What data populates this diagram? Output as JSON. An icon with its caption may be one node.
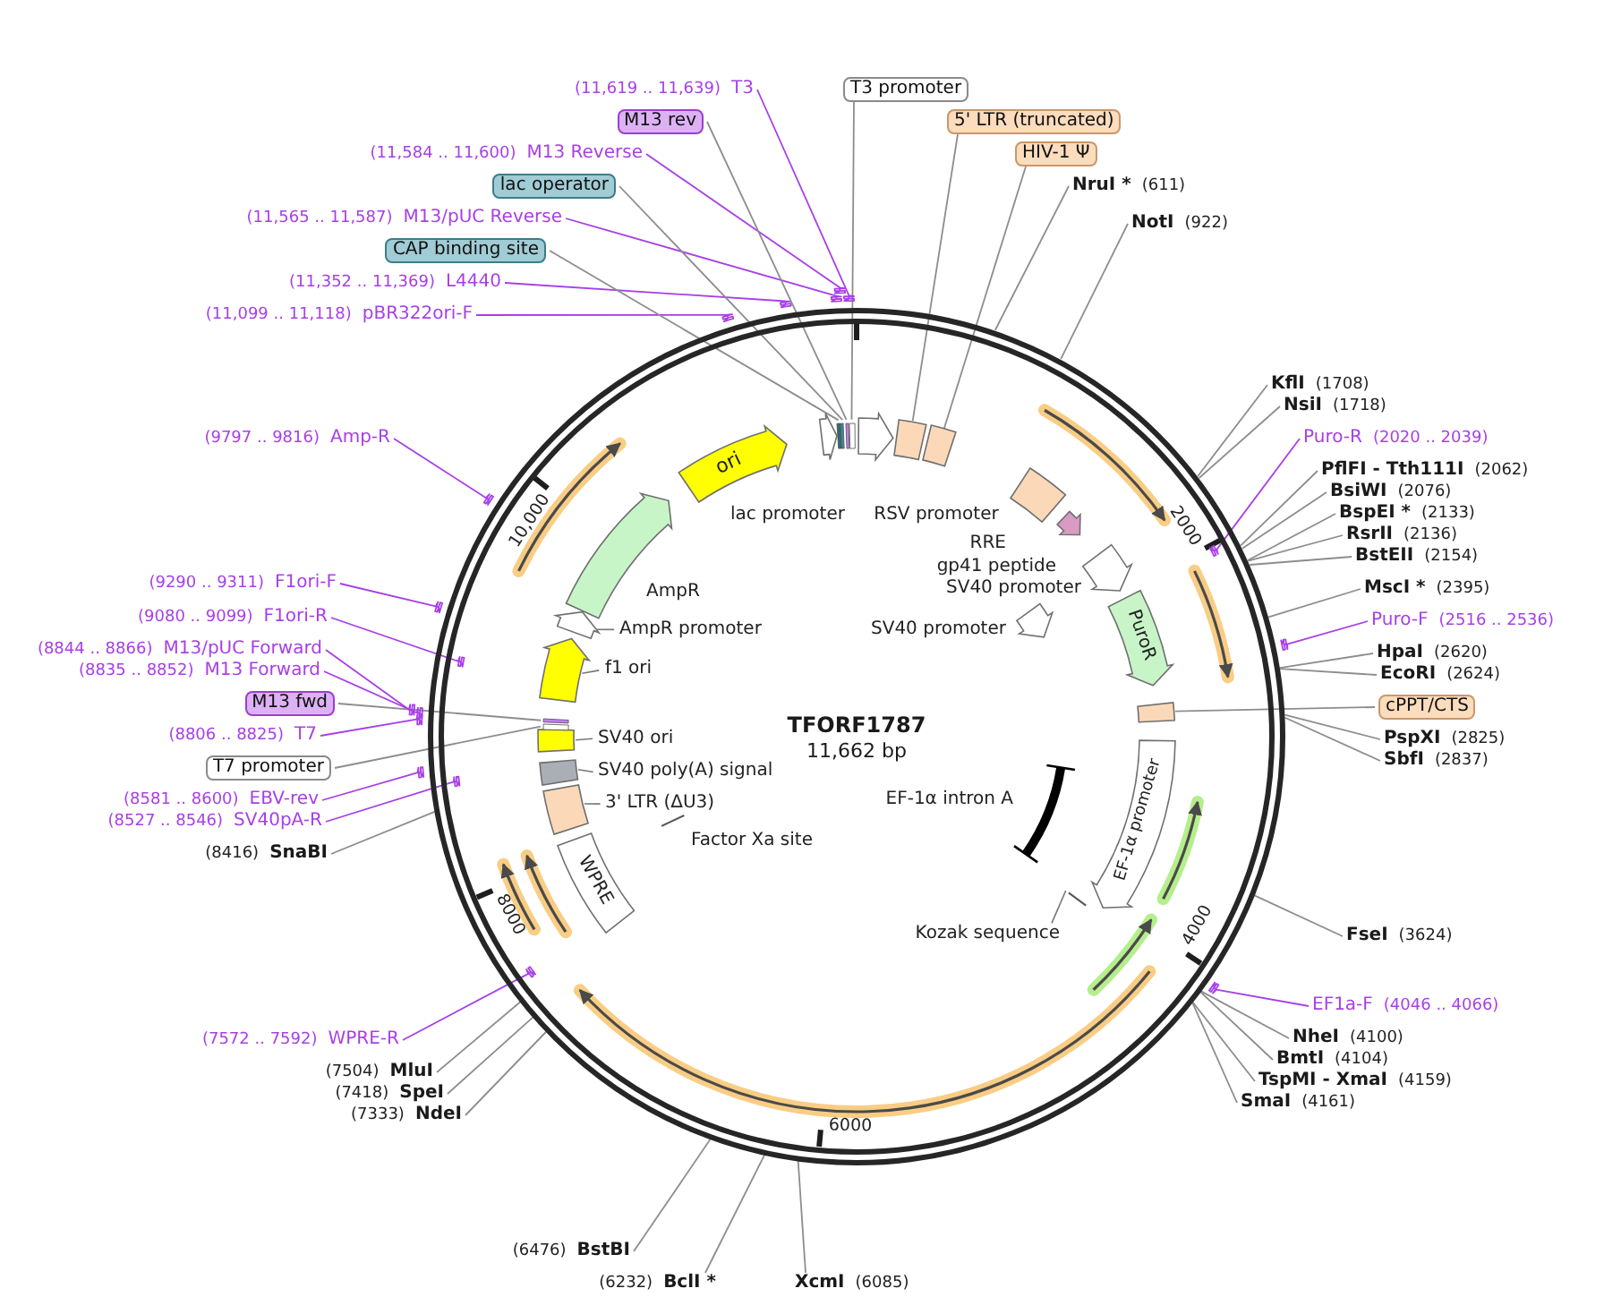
{
  "diagram": {
    "nodes": [
      {
        "text": [
          "TFORF1787",
          "11,662 bp"
        ]
      },
      {
        "text": [
          "RSV promoter"
        ],
        "in": 0
      },
      {
        "text": [],
        "shape": "box",
        "in": 0
      },
      {
        "text": [],
        "shape": "box",
        "in": 0
      },
      {
        "text": [
          "RRE"
        ],
        "in": 0
      },
      {
        "text": [
          "gp41 peptide"
        ],
        "in": 0
      },
      {
        "text": [
          "SV40 promoter"
        ],
        "in": 0
      },
      {
        "text": [
          "SV40 promoter"
        ],
        "in": 0
      },
      {
        "text": [
          "PuroR"
        ],
        "in": 0
      },
      {
        "text": [],
        "shape": "box",
        "in": 0
      },
      {
        "text": [
          "EF-1α promoter"
        ],
        "in": 0
      },
      {
        "text": [
          "EF-1α intron A"
        ],
        "in": 0
      },
      {
        "text": [
          "Kozak sequence"
        ],
        "in": 0
      },
      {
        "text": [
          "Factor Xa site"
        ],
        "in": 0
      },
      {
        "text": [
          "WPRE"
        ],
        "in": 0
      },
      {
        "text": [
          "3' LTR (ΔU3)"
        ],
        "in": 0
      },
      {
        "text": [
          "SV40 poly(A) signal"
        ],
        "in": 0
      },
      {
        "text": [
          "SV40 ori"
        ],
        "in": 0
      },
      {
        "text": [],
        "shape": "bar",
        "in": 0
      },
      {
        "text": [],
        "shape": "bar",
        "in": 0
      },
      {
        "text": [
          "f1 ori"
        ],
        "in": 0
      },
      {
        "text": [
          "AmpR promoter"
        ],
        "in": 0
      },
      {
        "text": [
          "AmpR"
        ],
        "in": 0
      },
      {
        "text": [
          "ori"
        ],
        "in": 0
      },
      {
        "text": [
          "lac promoter"
        ],
        "in": 0
      },
      {
        "text": [],
        "shape": "bar",
        "in": 0
      },
      {
        "text": [],
        "shape": "bar",
        "in": 0
      },
      {
        "text": [],
        "shape": "bar",
        "in": 0
      },
      {
        "text": [],
        "shape": "bar",
        "in": 0
      },
      {
        "text": [
          "T3 promoter"
        ]
      },
      {
        "text": [
          "5' LTR (truncated)"
        ]
      },
      {
        "text": [
          "HIV-1 Ψ"
        ]
      },
      {
        "text": [
          "NruI *",
          "(611)"
        ]
      },
      {
        "text": [
          "NotI",
          "(922)"
        ]
      },
      {
        "text": [
          "KflI",
          "(1708)"
        ]
      },
      {
        "text": [
          "NsiI",
          "(1718)"
        ]
      },
      {
        "text": [
          "Puro-R",
          "(2020 .. 2039)"
        ]
      },
      {
        "text": [
          "PflFI - Tth111I",
          "(2062)"
        ]
      },
      {
        "text": [
          "BsiWI",
          "(2076)"
        ]
      },
      {
        "text": [
          "BspEI *",
          "(2133)"
        ]
      },
      {
        "text": [
          "RsrII",
          "(2136)"
        ]
      },
      {
        "text": [
          "BstEII",
          "(2154)"
        ]
      },
      {
        "text": [
          "MscI *",
          "(2395)"
        ]
      },
      {
        "text": [
          "Puro-F",
          "(2516 .. 2536)"
        ]
      },
      {
        "text": [
          "HpaI",
          "(2620)"
        ]
      },
      {
        "text": [
          "EcoRI",
          "(2624)"
        ]
      },
      {
        "text": [
          "cPPT/CTS"
        ]
      },
      {
        "text": [
          "PspXI",
          "(2825)"
        ]
      },
      {
        "text": [
          "SbfI",
          "(2837)"
        ]
      },
      {
        "text": [
          "FseI",
          "(3624)"
        ]
      },
      {
        "text": [
          "EF1a-F",
          "(4046 .. 4066)"
        ]
      },
      {
        "text": [
          "NheI",
          "(4100)"
        ]
      },
      {
        "text": [
          "BmtI",
          "(4104)"
        ]
      },
      {
        "text": [
          "TspMI - XmaI",
          "(4159)"
        ]
      },
      {
        "text": [
          "SmaI",
          "(4161)"
        ]
      },
      {
        "text": [
          "XcmI",
          "(6085)"
        ]
      },
      {
        "text": [
          "(6232)",
          "BclI *"
        ]
      },
      {
        "text": [
          "(6476)",
          "BstBI"
        ]
      },
      {
        "text": [
          "(7333)",
          "NdeI"
        ]
      },
      {
        "text": [
          "(7418)",
          "SpeI"
        ]
      },
      {
        "text": [
          "(7504)",
          "MluI"
        ]
      },
      {
        "text": [
          "(7572 .. 7592)",
          "WPRE-R"
        ]
      },
      {
        "text": [
          "(8416)",
          "SnaBI"
        ]
      },
      {
        "text": [
          "(8527 .. 8546)",
          "SV40pA-R"
        ]
      },
      {
        "text": [
          "(8581 .. 8600)",
          "EBV-rev"
        ]
      },
      {
        "text": [
          "T7 promoter"
        ]
      },
      {
        "text": [
          "(8806 .. 8825)",
          "T7"
        ]
      },
      {
        "text": [
          "M13 fwd"
        ]
      },
      {
        "text": [
          "(8835 .. 8852)",
          "M13 Forward"
        ]
      },
      {
        "text": [
          "(8844 .. 8866)",
          "M13/pUC Forward"
        ]
      },
      {
        "text": [
          "(9080 .. 9099)",
          "F1ori-R"
        ]
      },
      {
        "text": [
          "(9290 .. 9311)",
          "F1ori-F"
        ]
      },
      {
        "text": [
          "(9797 .. 9816)",
          "Amp-R"
        ]
      },
      {
        "text": [
          "(11,099 .. 11,118)",
          "pBR322ori-F"
        ]
      },
      {
        "text": [
          "(11,352 .. 11,369)",
          "L4440"
        ]
      },
      {
        "text": [
          "CAP binding site"
        ]
      },
      {
        "text": [
          "(11,565 .. 11,587)",
          "M13/pUC Reverse"
        ]
      },
      {
        "text": [
          "lac operator"
        ]
      },
      {
        "text": [
          "(11,584 .. 11,600)",
          "M13 Reverse"
        ]
      },
      {
        "text": [
          "M13 rev"
        ]
      },
      {
        "text": [
          "(11,619 .. 11,639)",
          "T3"
        ]
      }
    ],
    "edges": [
      {
        "from": 29,
        "to": 28,
        "arrow": "none"
      },
      {
        "from": 30,
        "to": 2,
        "arrow": "none"
      },
      {
        "from": 31,
        "to": 3,
        "arrow": "none"
      },
      {
        "from": 32,
        "to": 0,
        "arrow": "none"
      },
      {
        "from": 33,
        "to": 0,
        "arrow": "none"
      },
      {
        "from": 34,
        "to": 0,
        "arrow": "none"
      },
      {
        "from": 35,
        "to": 0,
        "arrow": "none"
      },
      {
        "from": 36,
        "to": 0,
        "arrow": "none",
        "color": "#a83fe8"
      },
      {
        "from": 37,
        "to": 0,
        "arrow": "none"
      },
      {
        "from": 38,
        "to": 0,
        "arrow": "none"
      },
      {
        "from": 39,
        "to": 0,
        "arrow": "none"
      },
      {
        "from": 40,
        "to": 0,
        "arrow": "none"
      },
      {
        "from": 41,
        "to": 0,
        "arrow": "none"
      },
      {
        "from": 42,
        "to": 0,
        "arrow": "none"
      },
      {
        "from": 43,
        "to": 0,
        "arrow": "none",
        "color": "#a83fe8"
      },
      {
        "from": 44,
        "to": 0,
        "arrow": "none"
      },
      {
        "from": 45,
        "to": 0,
        "arrow": "none"
      },
      {
        "from": 46,
        "to": 9,
        "arrow": "none"
      },
      {
        "from": 47,
        "to": 0,
        "arrow": "none"
      },
      {
        "from": 48,
        "to": 0,
        "arrow": "none"
      },
      {
        "from": 49,
        "to": 0,
        "arrow": "none"
      },
      {
        "from": 50,
        "to": 0,
        "arrow": "none",
        "color": "#a83fe8"
      },
      {
        "from": 51,
        "to": 0,
        "arrow": "none"
      },
      {
        "from": 52,
        "to": 0,
        "arrow": "none"
      },
      {
        "from": 53,
        "to": 0,
        "arrow": "none"
      },
      {
        "from": 54,
        "to": 0,
        "arrow": "none"
      },
      {
        "from": 55,
        "to": 0,
        "arrow": "none"
      },
      {
        "from": 56,
        "to": 0,
        "arrow": "none"
      },
      {
        "from": 57,
        "to": 0,
        "arrow": "none"
      },
      {
        "from": 58,
        "to": 0,
        "arrow": "none"
      },
      {
        "from": 59,
        "to": 0,
        "arrow": "none"
      },
      {
        "from": 60,
        "to": 0,
        "arrow": "none"
      },
      {
        "from": 61,
        "to": 0,
        "arrow": "none",
        "color": "#a83fe8"
      },
      {
        "from": 62,
        "to": 0,
        "arrow": "none"
      },
      {
        "from": 63,
        "to": 0,
        "arrow": "none",
        "color": "#a83fe8"
      },
      {
        "from": 64,
        "to": 0,
        "arrow": "none",
        "color": "#a83fe8"
      },
      {
        "from": 65,
        "to": 18,
        "arrow": "none"
      },
      {
        "from": 66,
        "to": 0,
        "arrow": "none",
        "color": "#a83fe8"
      },
      {
        "from": 67,
        "to": 19,
        "arrow": "none"
      },
      {
        "from": 68,
        "to": 0,
        "arrow": "none",
        "color": "#a83fe8"
      },
      {
        "from": 69,
        "to": 0,
        "arrow": "none",
        "color": "#a83fe8"
      },
      {
        "from": 70,
        "to": 0,
        "arrow": "none",
        "color": "#a83fe8"
      },
      {
        "from": 71,
        "to": 0,
        "arrow": "none",
        "color": "#a83fe8"
      },
      {
        "from": 72,
        "to": 0,
        "arrow": "none",
        "color": "#a83fe8"
      },
      {
        "from": 73,
        "to": 0,
        "arrow": "none",
        "color": "#a83fe8"
      },
      {
        "from": 74,
        "to": 0,
        "arrow": "none",
        "color": "#a83fe8"
      },
      {
        "from": 75,
        "to": 25,
        "arrow": "none"
      },
      {
        "from": 76,
        "to": 0,
        "arrow": "none",
        "color": "#a83fe8"
      },
      {
        "from": 77,
        "to": 26,
        "arrow": "none"
      },
      {
        "from": 78,
        "to": 0,
        "arrow": "none",
        "color": "#a83fe8"
      },
      {
        "from": 79,
        "to": 27,
        "arrow": "none"
      },
      {
        "from": 80,
        "to": 0,
        "arrow": "none",
        "color": "#a83fe8"
      }
    ],
    "labels": [
      "2000",
      "4000",
      "6000",
      "8000",
      "10,000"
    ]
  }
}
